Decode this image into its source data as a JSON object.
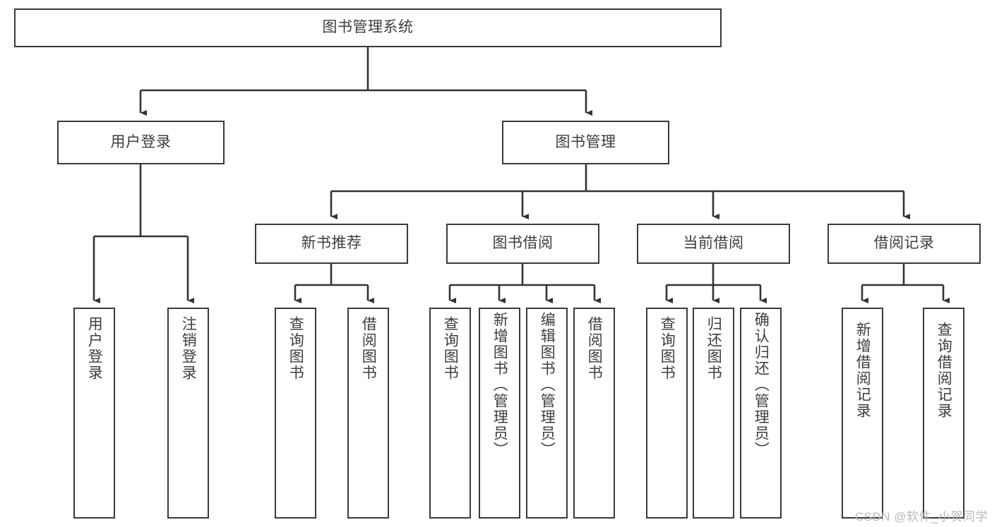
{
  "diagram": {
    "type": "tree-hierarchy",
    "title": "图书管理系统",
    "root": {
      "label": "图书管理系统"
    },
    "level2": [
      {
        "label": "用户登录"
      },
      {
        "label": "图书管理"
      }
    ],
    "level3": [
      {
        "label": "新书推荐"
      },
      {
        "label": "图书借阅"
      },
      {
        "label": "当前借阅"
      },
      {
        "label": "借阅记录"
      }
    ],
    "leaves": {
      "user_login": [
        {
          "label": "用户登录"
        },
        {
          "label": "注销登录"
        }
      ],
      "new_book_recommend": [
        {
          "label": "查询图书"
        },
        {
          "label": "借阅图书"
        }
      ],
      "book_borrow": [
        {
          "label": "查询图书"
        },
        {
          "label": "新增图书（管理员）"
        },
        {
          "label": "编辑图书（管理员）"
        },
        {
          "label": "借阅图书"
        }
      ],
      "current_borrow": [
        {
          "label": "查询图书"
        },
        {
          "label": "归还图书"
        },
        {
          "label": "确认归还（管理员）"
        }
      ],
      "borrow_records": [
        {
          "label": "新增借阅记录"
        },
        {
          "label": "查询借阅记录"
        }
      ]
    }
  },
  "watermark": {
    "text": "CSDN @软件_小贺同学"
  },
  "colors": {
    "stroke": "#3a3a3a",
    "text": "#3d3d3d",
    "background": "#ffffff",
    "watermark": "#b9b9b9"
  }
}
